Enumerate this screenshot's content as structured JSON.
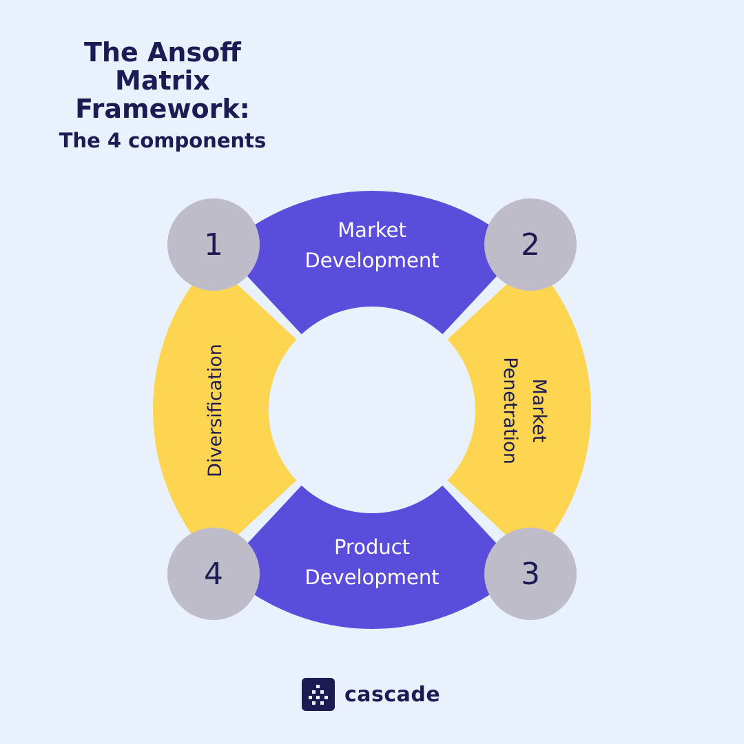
{
  "title": {
    "lines": [
      "The Ansoff",
      "Matrix",
      "Framework:"
    ],
    "subtitle": "The 4 components"
  },
  "components": [
    {
      "number": "1",
      "label_lines": [
        "Market",
        "Development"
      ]
    },
    {
      "number": "2",
      "label_lines": [
        "Market",
        "Penetration"
      ]
    },
    {
      "number": "3",
      "label_lines": [
        "Product",
        "Development"
      ]
    },
    {
      "number": "4",
      "label_lines": [
        "Diversification"
      ]
    }
  ],
  "colors": {
    "background": "#e9f1fd",
    "purple_segment": "#5b4ddc",
    "yellow_segment": "#fed551",
    "number_circle": "#bfbcca",
    "dark_text": "#1d1b54",
    "light_text": "#ffffff"
  },
  "brand": {
    "name": "cascade",
    "icon": "cascade-logo-icon"
  }
}
